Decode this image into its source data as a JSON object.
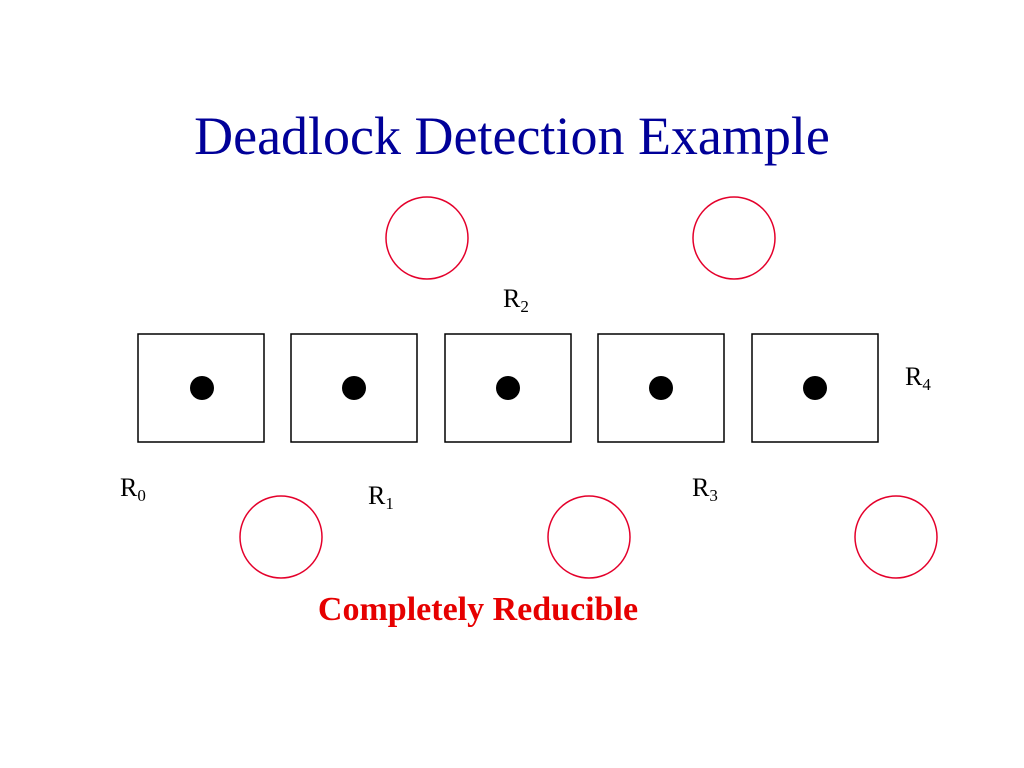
{
  "slide": {
    "title": "Deadlock Detection Example",
    "caption": "Completely Reducible",
    "title_color": "#000099",
    "caption_color": "#e60000"
  },
  "graph": {
    "process_color": "#e4002b",
    "resource_border_color": "#000000",
    "unit_color": "#000000",
    "resources": [
      {
        "id": "R0",
        "letter": "R",
        "index": "0",
        "units": 1
      },
      {
        "id": "R1",
        "letter": "R",
        "index": "1",
        "units": 1
      },
      {
        "id": "R2",
        "letter": "R",
        "index": "2",
        "units": 1
      },
      {
        "id": "R3",
        "letter": "R",
        "index": "3",
        "units": 1
      },
      {
        "id": "R4",
        "letter": "R",
        "index": "4",
        "units": 1
      }
    ],
    "process_count": 5,
    "edges": []
  }
}
